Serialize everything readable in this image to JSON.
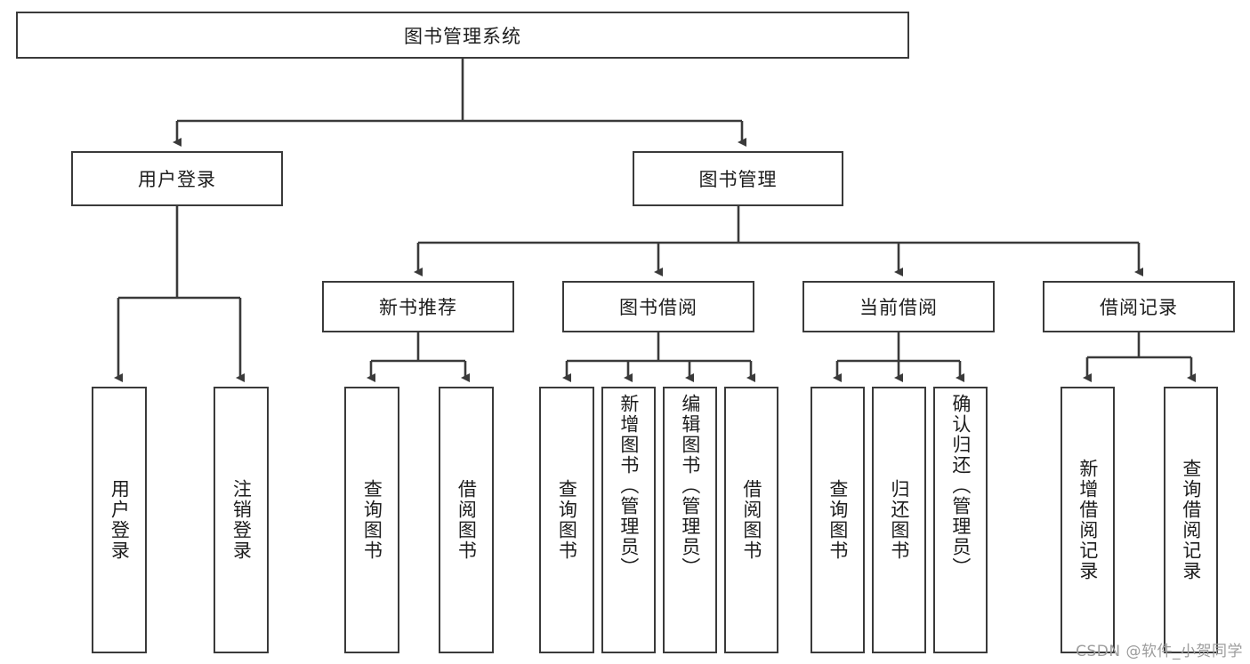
{
  "diagram": {
    "title": "图书管理系统",
    "watermark": "CSDN @软件_小贺同学",
    "accent_color": "#3a3a3a",
    "background_color": "#ffffff",
    "text_color": "#1d1d1d",
    "watermark_color": "#9d9d9d"
  },
  "root": {
    "label": "图书管理系统"
  },
  "level2": [
    {
      "id": "user-login",
      "label": "用户登录"
    },
    {
      "id": "book-management",
      "label": "图书管理"
    }
  ],
  "level3": [
    {
      "id": "new-book-recommend",
      "label": "新书推荐"
    },
    {
      "id": "book-borrow",
      "label": "图书借阅"
    },
    {
      "id": "current-borrow",
      "label": "当前借阅"
    },
    {
      "id": "borrow-record",
      "label": "借阅记录"
    }
  ],
  "leaves": {
    "user_login": [
      {
        "id": "leaf-user-login",
        "label": "用户登录"
      },
      {
        "id": "leaf-logout",
        "label": "注销登录"
      }
    ],
    "new_book_recommend": [
      {
        "id": "leaf-query-book-1",
        "label": "查询图书"
      },
      {
        "id": "leaf-borrow-book-1",
        "label": "借阅图书"
      }
    ],
    "book_borrow": [
      {
        "id": "leaf-query-book-2",
        "label": "查询图书"
      },
      {
        "id": "leaf-add-book",
        "label": "新增图书（管理员）"
      },
      {
        "id": "leaf-edit-book",
        "label": "编辑图书（管理员）"
      },
      {
        "id": "leaf-borrow-book-2",
        "label": "借阅图书"
      }
    ],
    "current_borrow": [
      {
        "id": "leaf-query-book-3",
        "label": "查询图书"
      },
      {
        "id": "leaf-return-book",
        "label": "归还图书"
      },
      {
        "id": "leaf-confirm-return",
        "label": "确认归还（管理员）"
      }
    ],
    "borrow_record": [
      {
        "id": "leaf-add-record",
        "label": "新增借阅记录"
      },
      {
        "id": "leaf-query-record",
        "label": "查询借阅记录"
      }
    ]
  },
  "chart_data": {
    "type": "tree-diagram",
    "title": "图书管理系统",
    "orientation": "top-down",
    "nodes": [
      {
        "level": 1,
        "label": "图书管理系统",
        "parent": null
      },
      {
        "level": 2,
        "label": "用户登录",
        "parent": "图书管理系统"
      },
      {
        "level": 2,
        "label": "图书管理",
        "parent": "图书管理系统"
      },
      {
        "level": 3,
        "label": "用户登录",
        "parent": "用户登录"
      },
      {
        "level": 3,
        "label": "注销登录",
        "parent": "用户登录"
      },
      {
        "level": 3,
        "label": "新书推荐",
        "parent": "图书管理"
      },
      {
        "level": 3,
        "label": "图书借阅",
        "parent": "图书管理"
      },
      {
        "level": 3,
        "label": "当前借阅",
        "parent": "图书管理"
      },
      {
        "level": 3,
        "label": "借阅记录",
        "parent": "图书管理"
      },
      {
        "level": 4,
        "label": "查询图书",
        "parent": "新书推荐"
      },
      {
        "level": 4,
        "label": "借阅图书",
        "parent": "新书推荐"
      },
      {
        "level": 4,
        "label": "查询图书",
        "parent": "图书借阅"
      },
      {
        "level": 4,
        "label": "新增图书（管理员）",
        "parent": "图书借阅"
      },
      {
        "level": 4,
        "label": "编辑图书（管理员）",
        "parent": "图书借阅"
      },
      {
        "level": 4,
        "label": "借阅图书",
        "parent": "图书借阅"
      },
      {
        "level": 4,
        "label": "查询图书",
        "parent": "当前借阅"
      },
      {
        "level": 4,
        "label": "归还图书",
        "parent": "当前借阅"
      },
      {
        "level": 4,
        "label": "确认归还（管理员）",
        "parent": "当前借阅"
      },
      {
        "level": 4,
        "label": "新增借阅记录",
        "parent": "借阅记录"
      },
      {
        "level": 4,
        "label": "查询借阅记录",
        "parent": "借阅记录"
      }
    ]
  }
}
